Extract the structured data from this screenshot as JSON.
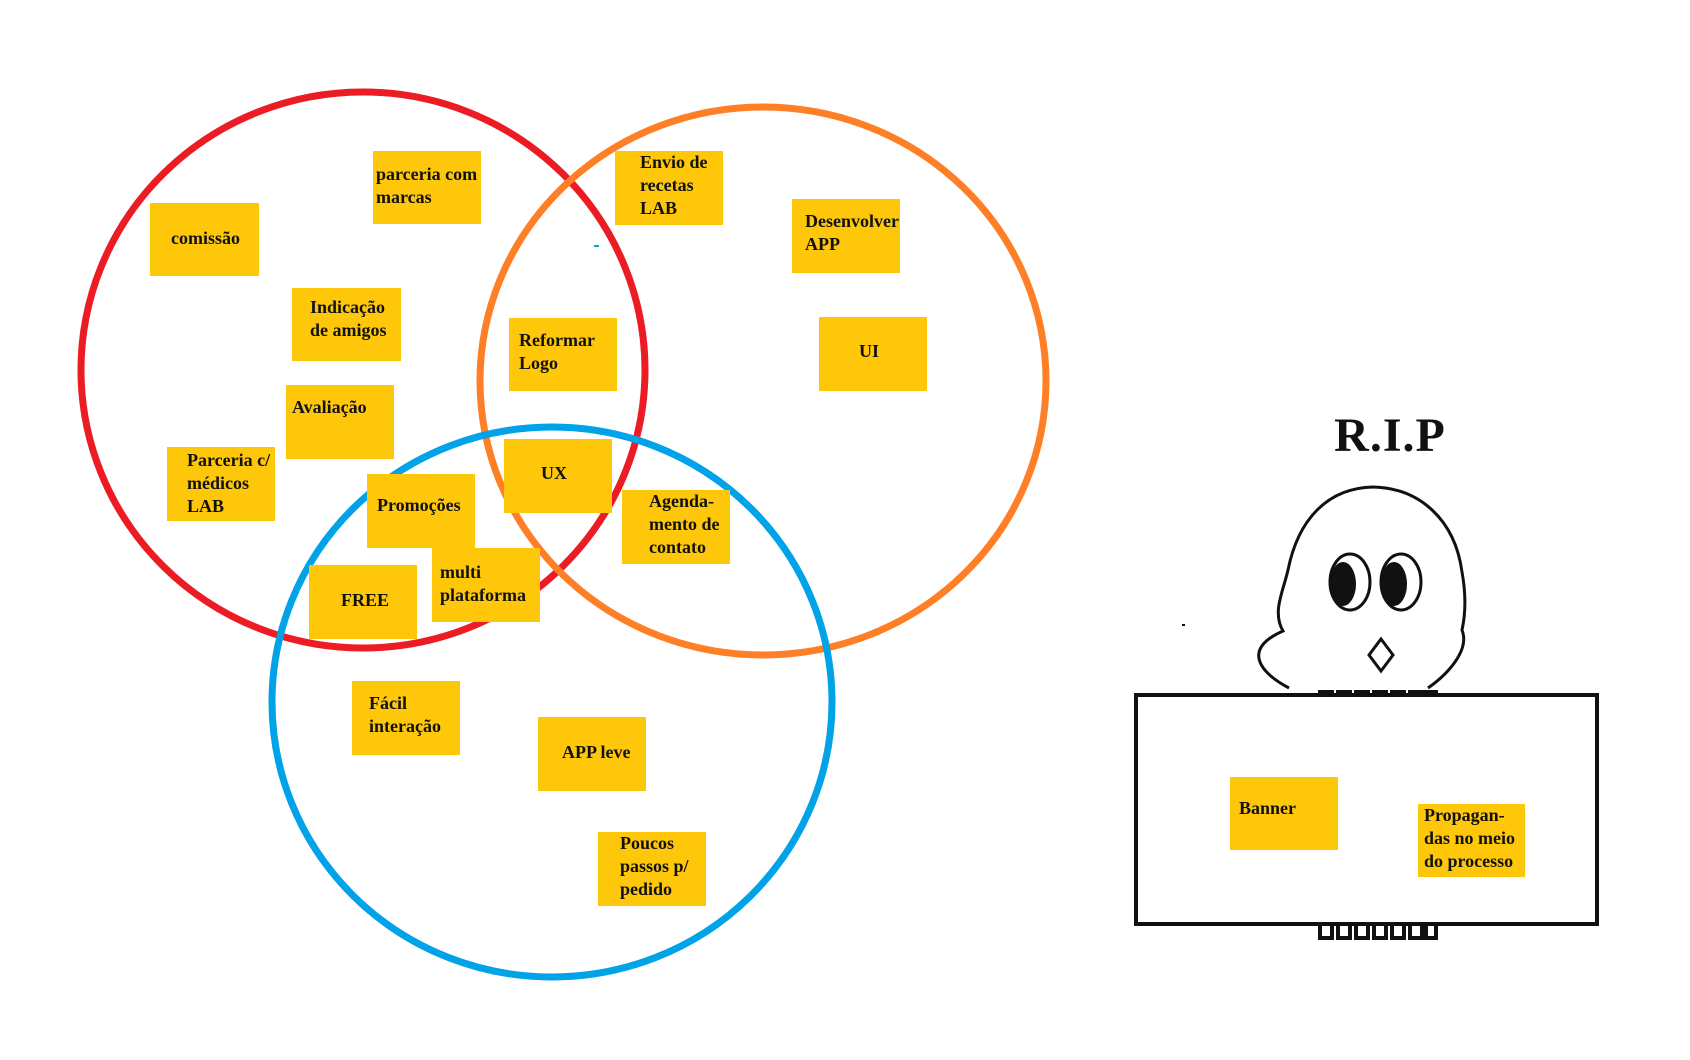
{
  "colors": {
    "circle_red": "#ec1c24",
    "circle_orange": "#ff7f27",
    "circle_blue": "#00a2e8",
    "sticky_note": "#ffc70a",
    "outline": "#111111"
  },
  "notes": {
    "parceria_marcas": "parceria com\nmarcas",
    "comissao": "comissão",
    "indicacao": "Indicação\nde amigos",
    "avaliacao": "Avaliação",
    "parceria_medicos": "Parceria c/\nmédicos\nLAB",
    "promocoes": "Promoções",
    "free": "FREE",
    "multi": "multi\nplataforma",
    "envio_receitas": "Envio de\nrecetas\nLAB",
    "desenvolver_app": "Desenvolver\nAPP",
    "reformar_logo": "Reformar\nLogo",
    "ui": "UI",
    "ux": "UX",
    "agendamento": "Agenda-\nmento de\ncontato",
    "facil_interacao": "Fácil\ninteração",
    "app_leve": "APP leve",
    "poucos_passos": "Poucos\npassos p/\npedido"
  },
  "rip": {
    "title": "R.I.P",
    "notes": {
      "banner": "Banner",
      "propagandas": "Propagan-\ndas no meio\ndo processo"
    }
  }
}
